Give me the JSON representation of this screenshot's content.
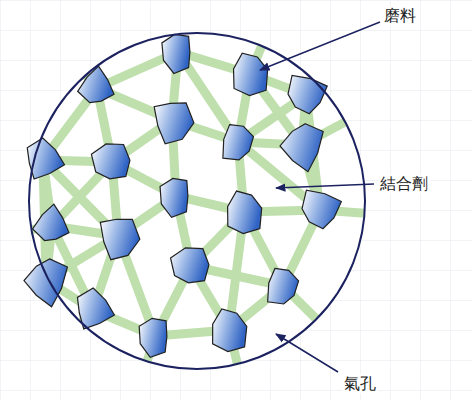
{
  "diagram": {
    "labels": [
      "磨料",
      "結合劑",
      "氣孔"
    ]
  }
}
